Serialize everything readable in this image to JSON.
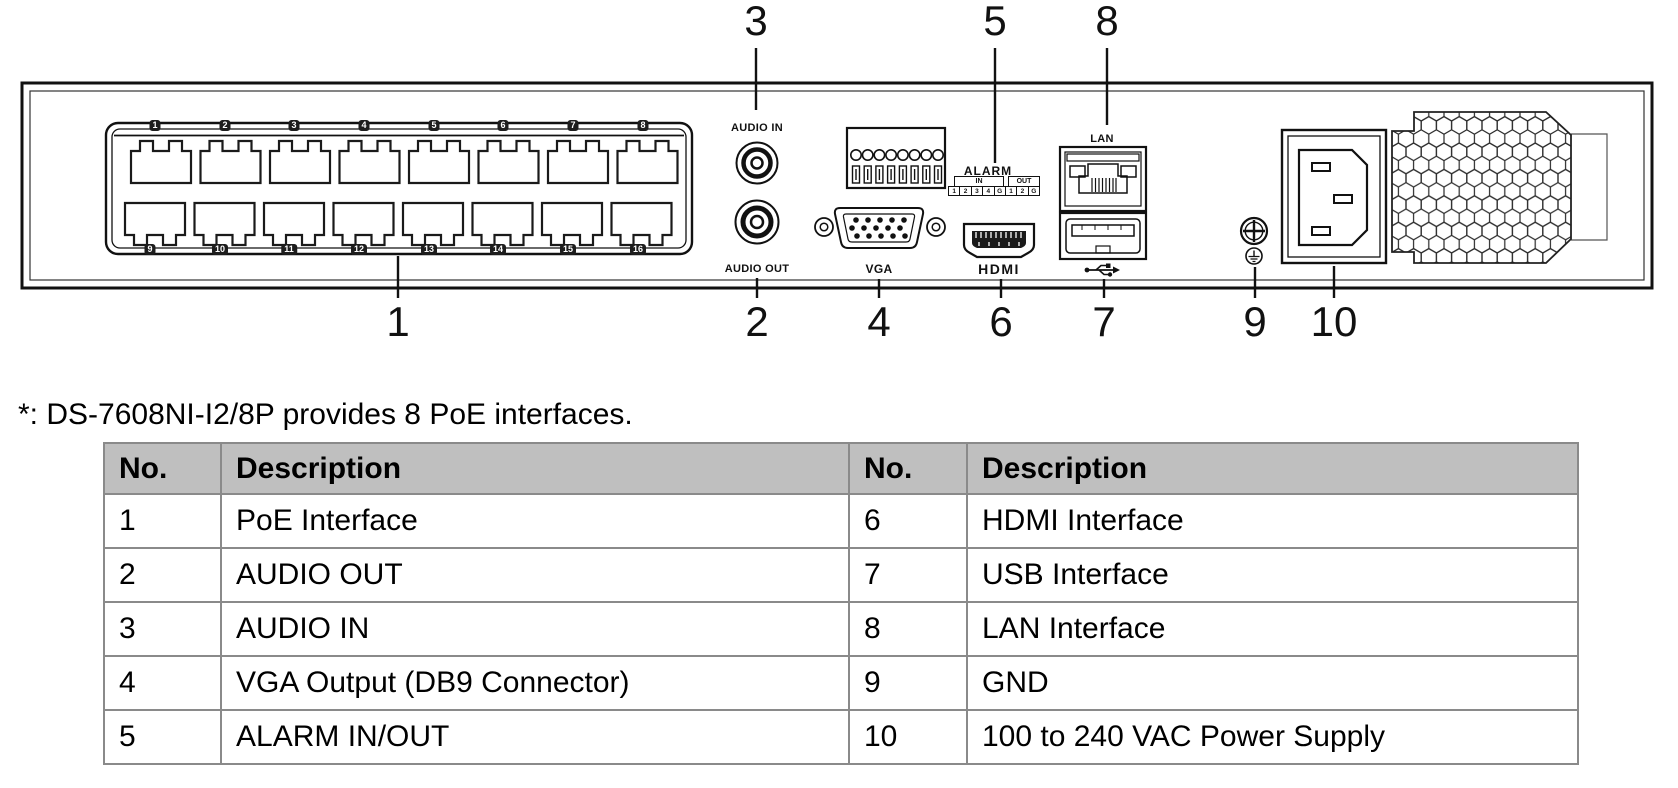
{
  "note": "*: DS-7608NI-I2/8P provides 8 PoE interfaces.",
  "callouts": {
    "top": [
      "3",
      "5",
      "8"
    ],
    "bottom": [
      "1",
      "2",
      "4",
      "6",
      "7",
      "9",
      "10"
    ]
  },
  "panel": {
    "poe": {
      "ports_top": [
        "1",
        "2",
        "3",
        "4",
        "5",
        "6",
        "7",
        "8"
      ],
      "ports_bottom": [
        "9",
        "10",
        "11",
        "12",
        "13",
        "14",
        "15",
        "16"
      ]
    },
    "labels": {
      "audio_in": "AUDIO IN",
      "audio_out": "AUDIO OUT",
      "vga": "VGA",
      "hdmi": "HDMI",
      "lan": "LAN",
      "alarm": "ALARM",
      "alarm_in": "IN",
      "alarm_out": "OUT"
    },
    "alarm_terminals": [
      "1",
      "2",
      "3",
      "4",
      "G",
      "1",
      "2",
      "G"
    ]
  },
  "table": {
    "headers": [
      "No.",
      "Description",
      "No.",
      "Description"
    ],
    "rows": [
      [
        "1",
        "PoE Interface",
        "6",
        "HDMI Interface"
      ],
      [
        "2",
        "AUDIO OUT",
        "7",
        "USB Interface"
      ],
      [
        "3",
        "AUDIO IN",
        "8",
        "LAN Interface"
      ],
      [
        "4",
        "VGA Output (DB9 Connector)",
        "9",
        "GND"
      ],
      [
        "5",
        "ALARM IN/OUT",
        "10",
        "100 to 240 VAC Power Supply"
      ]
    ]
  },
  "colors": {
    "ink": "#000000",
    "table_header_bg": "#bfbfbf",
    "table_grid": "#8a8a8a",
    "panel_line": "#111111"
  }
}
